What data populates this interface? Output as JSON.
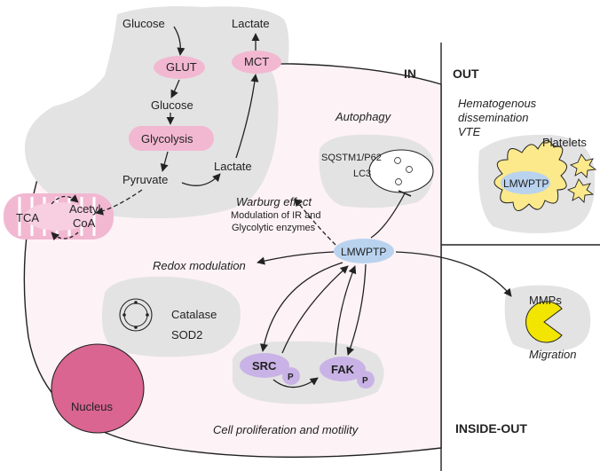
{
  "regions": {
    "in": "IN",
    "out": "OUT",
    "inside_out": "INSIDE-OUT"
  },
  "metabolism": {
    "glucose_out": "Glucose",
    "glucose_in": "Glucose",
    "glut": "GLUT",
    "mct": "MCT",
    "lactate_out": "Lactate",
    "lactate_in": "Lactate",
    "glycolysis": "Glycolysis",
    "pyruvate": "Pyruvate",
    "tca": "TCA",
    "acetyl": "Acetyl",
    "coa": "CoA"
  },
  "autophagy": {
    "title": "Autophagy",
    "sqstm1": "SQSTM1/P62",
    "lc3": "LC3"
  },
  "warburg": {
    "title": "Warburg effect",
    "line1": "Modulation of IR and",
    "line2": "Glycolytic enzymes"
  },
  "center": {
    "lmwptp": "LMWPTP"
  },
  "redox": {
    "title": "Redox modulation",
    "catalase": "Catalase",
    "sod2": "SOD2"
  },
  "nucleus": "Nucleus",
  "signaling": {
    "src": "SRC",
    "fak": "FAK",
    "p1": "P",
    "p2": "P",
    "caption": "Cell proliferation and motility"
  },
  "outside": {
    "hematogenous": "Hematogenous",
    "dissemination": "dissemination",
    "vte": "VTE",
    "platelets": "Platelets",
    "lmwptp_platelet": "LMWPTP",
    "mmps": "MMPs",
    "migration": "Migration"
  },
  "colors": {
    "pink": "#f2b8d2",
    "purple": "#c9b3e6",
    "blue": "#b9d3ef",
    "yellow": "#fbe98c",
    "nucleus": "#d96590",
    "gray": "#e3e3e3"
  }
}
